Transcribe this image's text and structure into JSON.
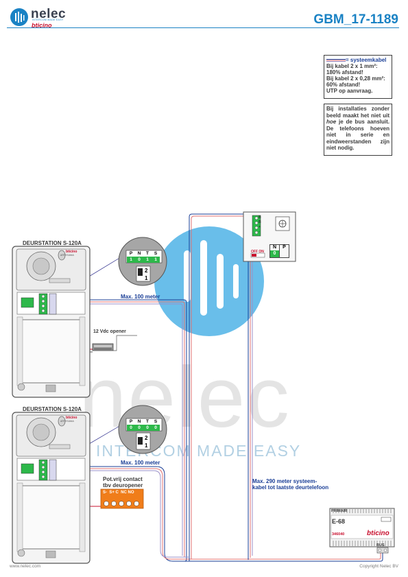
{
  "header": {
    "logo_word": "nelec",
    "logo_tagline": "INTERCOM MADE EASY",
    "logo_brand": "bticino",
    "doc_id": "GBM_17-1189"
  },
  "cable_note": {
    "legend": "= systeemkabel",
    "line1": "Bij kabel 2 x 1 mm²:",
    "line2": "180% afstand!",
    "line3": "Bij kabel 2 x 0,28 mm²:",
    "line4": "60% afstand!",
    "line5": "UTP op aanvraag."
  },
  "info_note": {
    "part1": "Bij installaties zonder beeld maakt het niet uit ",
    "emph": "hoe",
    "part2": " je de bus aansluit. De telefoons hoeven niet in serie en eindweerstanden zijn niet nodig."
  },
  "door_station_1": {
    "title": "DEURSTATION S-120A",
    "dip": {
      "labels": [
        "P",
        "N",
        "T",
        "S"
      ],
      "values": [
        "1",
        "0",
        "1",
        "1"
      ]
    },
    "switch_pos": [
      "2",
      "1"
    ]
  },
  "door_station_2": {
    "title": "DEURSTATION S-120A",
    "dip": {
      "labels": [
        "P",
        "N",
        "T",
        "S"
      ],
      "values": [
        "0",
        "0",
        "0",
        "0"
      ]
    },
    "switch_pos": [
      "2",
      "1"
    ]
  },
  "panel_brand": "bticino",
  "panel_model": "ARTESIANA",
  "opener_label": "12 Vdc opener",
  "contact": {
    "line1": "Pot.vrij contact",
    "line2": "tbv deuropener",
    "terminals": "S-  S+ C  NC NO"
  },
  "max_100_a": "Max. 100 meter",
  "max_100_b": "Max. 100 meter",
  "max_290_line1": "Max. 290 meter systeem-",
  "max_290_line2": "kabel tot laatste deurtelefoon",
  "phone": {
    "off_on": "OFF ON",
    "np_labels": [
      "N",
      "P"
    ],
    "np_value": "0",
    "terms": [
      "B",
      "B",
      "+",
      "-"
    ]
  },
  "psu": {
    "primair": "PRIMAIR",
    "model": "E-68",
    "part_no": "346040",
    "brand": "bticino",
    "bus": "BUS"
  },
  "watermark": {
    "word": "nelec",
    "tag": "INTERCOM MADE EASY"
  },
  "footer": {
    "left": "www.nelec.com",
    "right": "Copyright Nelec BV"
  },
  "colors": {
    "brand_blue": "#1a82c4",
    "label_blue": "#1a3e96",
    "dip_green": "#2db84a",
    "opener_orange": "#f07d1a",
    "brand_red": "#c8102e"
  }
}
